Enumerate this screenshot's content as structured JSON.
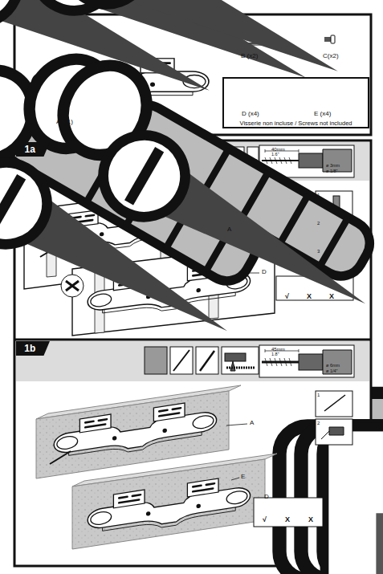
{
  "diagram": {
    "nodes": [
      {
        "text": [
          "D (x4)",
          "E (x4)",
          "Visserie non incluse / Screws not included"
        ]
      },
      {
        "text": [
          "1a"
        ]
      },
      {
        "text": [
          "1b"
        ]
      }
    ],
    "labels": [
      "A (x1)",
      "B (x2)",
      "C(x2)",
      "40mm",
      "1.6\"",
      "ø 3mm",
      "ø 1/8\"",
      "A",
      "D",
      "1",
      "2",
      "3",
      "√",
      "X",
      "X",
      "45mm",
      "1.8\"",
      "ø 6mm",
      "ø 1/4\"",
      "A",
      "E",
      "D",
      "1",
      "2",
      "√",
      "X",
      "X"
    ]
  }
}
